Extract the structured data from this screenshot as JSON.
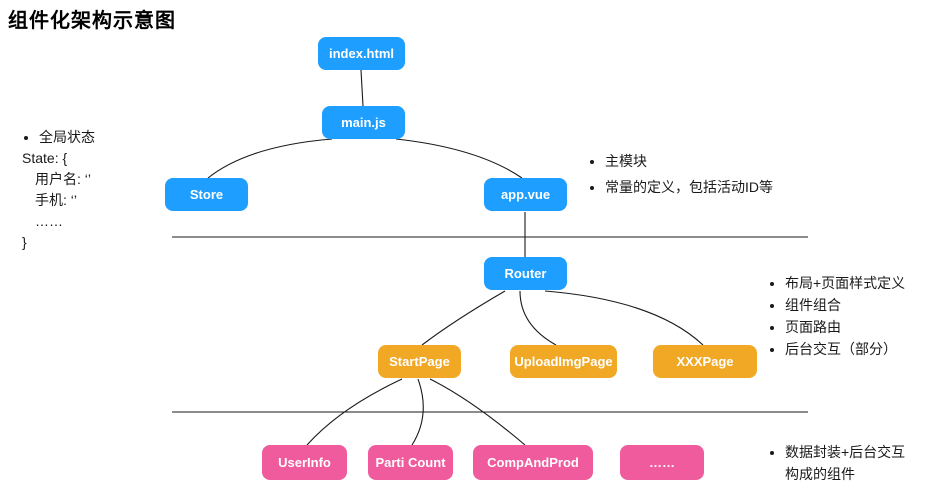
{
  "title": "组件化架构示意图",
  "colors": {
    "blue": "#1E9FFF",
    "orange": "#F0A825",
    "pink": "#EF5B9C"
  },
  "nodes": {
    "index_html": {
      "label": "index.html"
    },
    "main_js": {
      "label": "main.js"
    },
    "store": {
      "label": "Store"
    },
    "app_vue": {
      "label": "app.vue"
    },
    "router": {
      "label": "Router"
    },
    "start_page": {
      "label": "StartPage"
    },
    "upload_img_page": {
      "label": "UploadImgPage"
    },
    "xxx_page": {
      "label": "XXXPage"
    },
    "user_info": {
      "label": "UserInfo"
    },
    "parti_count": {
      "label": "Parti Count"
    },
    "comp_and_prod": {
      "label": "CompAndProd"
    },
    "more_components": {
      "label": "……"
    }
  },
  "annotations": {
    "global_state": {
      "bullet_line": "全局状态",
      "lines": [
        "State: {",
        "用户名: ‘’",
        "手机: ‘’",
        "……",
        "}"
      ]
    },
    "app_vue_notes": [
      "主模块",
      "常量的定义，包括活动ID等"
    ],
    "router_notes": [
      "布局+页面样式定义",
      "组件组合",
      "页面路由",
      "后台交互（部分）"
    ],
    "component_notes": [
      "数据封装+后台交互\n构成的组件"
    ]
  }
}
